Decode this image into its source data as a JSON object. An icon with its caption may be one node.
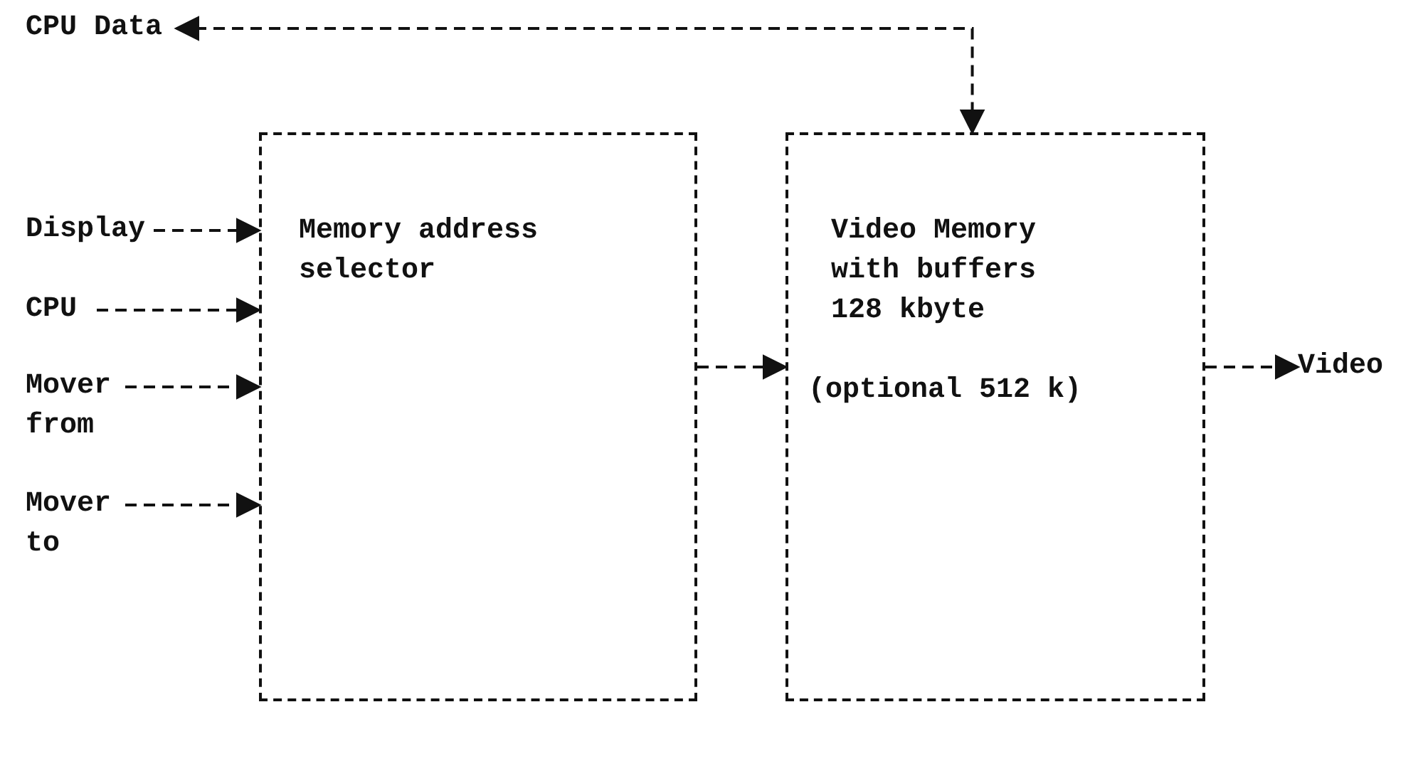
{
  "diagram": {
    "nodes": [
      {
        "text": [
          "CPU Data"
        ]
      },
      {
        "text": [
          "Memory address selector"
        ]
      },
      {
        "text": [
          "Video Memory with buffers 128 kbyte",
          "(optional 512 k)"
        ]
      },
      {
        "text": [
          "Display"
        ]
      },
      {
        "text": [
          "CPU"
        ]
      },
      {
        "text": [
          "Mover from"
        ]
      },
      {
        "text": [
          "Mover to"
        ]
      },
      {
        "text": [
          "Video"
        ]
      }
    ],
    "edges": [
      {
        "from": 0,
        "to": 2,
        "arrow": "both"
      },
      {
        "from": 3,
        "to": 1,
        "arrow": "to"
      },
      {
        "from": 4,
        "to": 1,
        "arrow": "to"
      },
      {
        "from": 5,
        "to": 1,
        "arrow": "to"
      },
      {
        "from": 6,
        "to": 1,
        "arrow": "to"
      },
      {
        "from": 1,
        "to": 2,
        "arrow": "to"
      },
      {
        "from": 2,
        "to": 7,
        "arrow": "to"
      }
    ]
  }
}
